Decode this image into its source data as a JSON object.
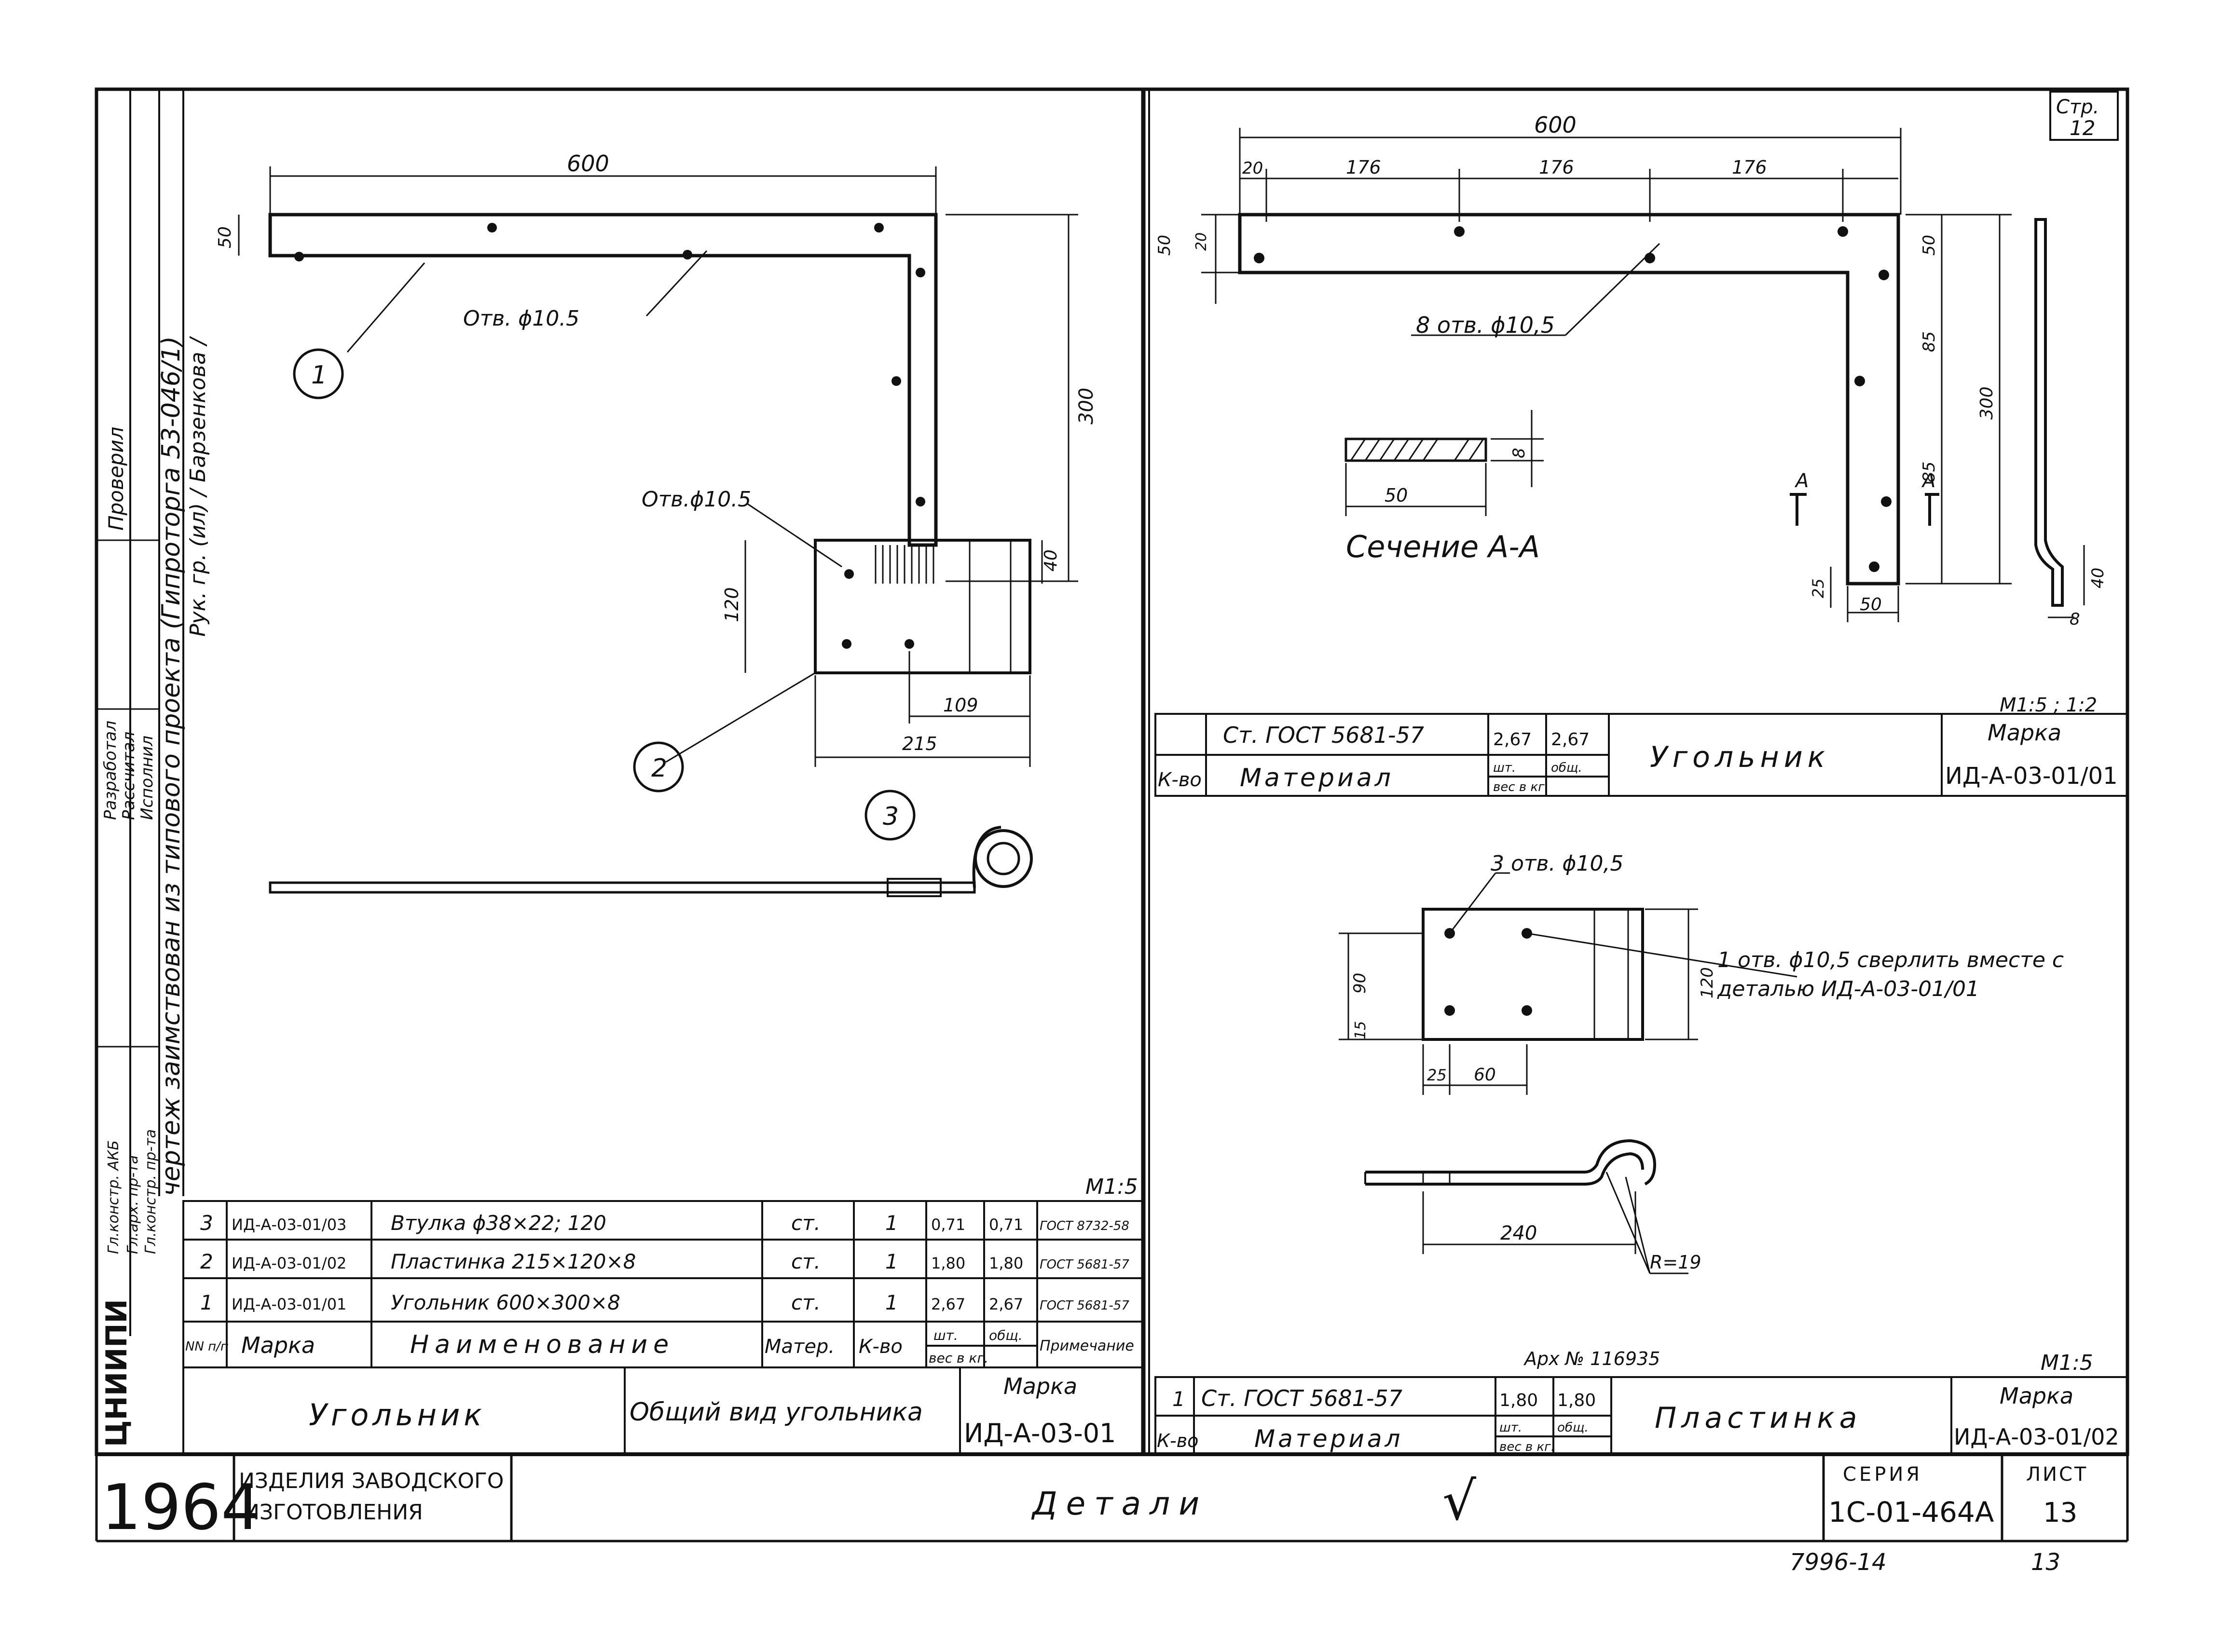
{
  "page_number": {
    "label": "Стр.",
    "value": "12"
  },
  "left_view": {
    "dim_length": "600",
    "dim_height": "300",
    "dim_end": "50",
    "dim_tab": "40",
    "dim_plate_h": "120",
    "dim_plate_w": "215",
    "dim_plate_hole": "109",
    "hole_label_1": "Отв. ϕ10.5",
    "hole_label_2": "Отв.ϕ10.5",
    "callout_1": "1",
    "callout_2": "2",
    "callout_3": "3",
    "scale": "М1:5"
  },
  "bom": {
    "rows": [
      {
        "pos": "3",
        "mark": "ИД-А-03-01/03",
        "name": "Втулка ϕ38×22; 120",
        "material": "ст.",
        "qty": "1",
        "weight_unit": "0,71",
        "weight_total": "0,71",
        "note": "ГОСТ 8732-58"
      },
      {
        "pos": "2",
        "mark": "ИД-А-03-01/02",
        "name": "Пластинка 215×120×8",
        "material": "ст.",
        "qty": "1",
        "weight_unit": "1,80",
        "weight_total": "1,80",
        "note": "ГОСТ 5681-57"
      },
      {
        "pos": "1",
        "mark": "ИД-А-03-01/01",
        "name": "Угольник 600×300×8",
        "material": "ст.",
        "qty": "1",
        "weight_unit": "2,67",
        "weight_total": "2,67",
        "note": "ГОСТ 5681-57"
      }
    ],
    "header": {
      "pos": "NN п/п",
      "mark": "Марка",
      "name": "Наименование",
      "material": "Матер.",
      "qty": "К-во",
      "weight_unit": "шт.",
      "weight_total": "общ.",
      "weight": "вес в кг.",
      "note": "Примечание"
    }
  },
  "left_title": {
    "name": "Угольник",
    "subtitle": "Общий вид угольника",
    "mark_label": "Марка",
    "mark": "ИД-А-03-01"
  },
  "left_margin": {
    "note_1": "чертеж заимствован из типового проекта (Гипроторга 53-046/1)",
    "note_2": "Рук. гр. (ил) / Барзенкова /",
    "role_checked": "Проверил",
    "role_developed": "Разработал",
    "role_calculated": "Рассчитал",
    "role_executed": "Исполнил",
    "role_chief_1": "Гл.констр. АКБ",
    "role_chief_2": "Гл.арх. пр-та",
    "role_chief_3": "Гл.констр. пр-та",
    "org_stamp": "ЦНИИПИ"
  },
  "right_top": {
    "dim_total": "600",
    "dim_20": "20",
    "dim_176a": "176",
    "dim_176b": "176",
    "dim_176c": "176",
    "dim_50": "50",
    "dim_20b": "20",
    "dim_50r": "50",
    "dim_85a": "85",
    "dim_85b": "85",
    "dim_300": "300",
    "dim_25": "25",
    "dim_50b": "50",
    "dim_40": "40",
    "dim_8": "8",
    "hole_label": "8 отв. ϕ10,5",
    "section_label": "Сечение А-А",
    "section_w": "50",
    "section_t": "8",
    "marker_a": "А",
    "scale": "М1:5 ; 1:2",
    "title": {
      "qty": "",
      "material": "Ст. ГОСТ 5681-57",
      "w_unit": "2,67",
      "w_total": "2,67",
      "qty_label": "К-во",
      "material_label": "Материал",
      "w_label_a": "шт.",
      "w_label_b": "общ.",
      "w_label_c": "вес в кг.",
      "name": "Угольник",
      "mark_label": "Марка",
      "mark": "ИД-А-03-01/01"
    }
  },
  "right_bottom": {
    "hole_label": "3 отв. ϕ10,5",
    "drill_note_1": "1 отв. ϕ10,5 сверлить вместе с",
    "drill_note_2": "деталью ИД-А-03-01/01",
    "dim_90": "90",
    "dim_15": "15",
    "dim_120": "120",
    "dim_25": "25",
    "dim_60": "60",
    "dim_240": "240",
    "dim_r": "R=19",
    "archive": "Арх № 116935",
    "scale": "М1:5",
    "title": {
      "qty": "1",
      "material": "Ст. ГОСТ 5681-57",
      "w_unit": "1,80",
      "w_total": "1,80",
      "qty_label": "К-во",
      "material_label": "Материал",
      "w_label_a": "шт.",
      "w_label_b": "общ.",
      "w_label_c": "вес в кг.",
      "name": "Пластинка",
      "mark_label": "Марка",
      "mark": "ИД-А-03-01/02"
    }
  },
  "main_stamp": {
    "year": "1964",
    "category_1": "ИЗДЕЛИЯ ЗАВОДСКОГО",
    "category_2": "ИЗГОТОВЛЕНИЯ",
    "title": "Детали",
    "check": "√",
    "series_label": "СЕРИЯ",
    "series": "1С-01-464А",
    "sheet_label": "ЛИСТ",
    "sheet": "13"
  },
  "footer": {
    "code": "7996-14",
    "sheet": "13"
  }
}
